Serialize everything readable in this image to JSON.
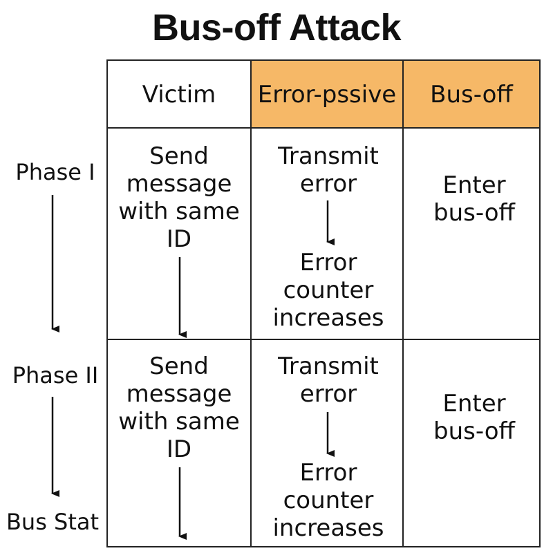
{
  "title": "Bus-off Attack",
  "headers": {
    "col1": "Victim",
    "col2": "Error-pssive",
    "col3": "Bus-off"
  },
  "rows": [
    {
      "phase": "Phase I",
      "victim": "Send message with same ID",
      "error_passive_top": "Transmit error",
      "error_passive_bottom": "Error counter increases",
      "bus_off": "Enter bus-off"
    },
    {
      "phase": "Phase II",
      "victim": "Send message with same ID",
      "error_passive_top": "Transmit error",
      "error_passive_bottom": "Error counter increases",
      "bus_off": "Enter bus-off"
    }
  ],
  "end_label": "Bus Stat",
  "colors": {
    "header_highlight": "#f6b867",
    "lines": "#222222"
  }
}
